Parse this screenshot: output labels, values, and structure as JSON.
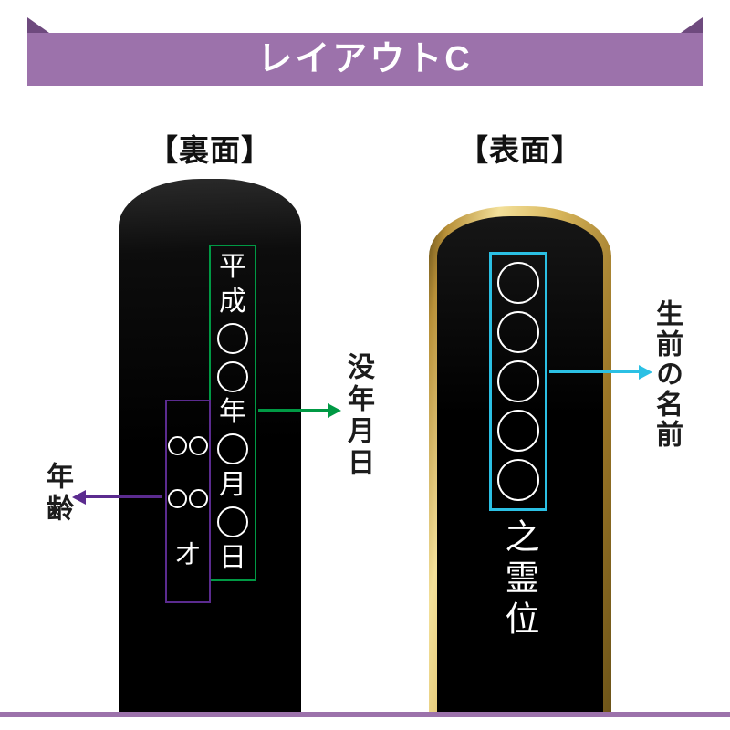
{
  "banner": {
    "title": "レイアウトC",
    "background_color": "#9c72ab",
    "fold_color": "#6e4a7e",
    "text_color": "#ffffff"
  },
  "bottom_bar": {
    "color": "#9c72ab"
  },
  "back_section": {
    "heading": "【裏面】",
    "date_column": {
      "border_color": "#009944",
      "chars": [
        "平",
        "成",
        "○",
        "○",
        "年",
        "○",
        "月",
        "○",
        "日"
      ]
    },
    "age_column": {
      "border_color": "#5b2b8f",
      "rows": [
        [
          "○",
          "○"
        ],
        [
          "○",
          "○"
        ]
      ],
      "suffix": "才"
    },
    "date_annotation": {
      "label": "没年月日",
      "arrow_color": "#009944"
    },
    "age_annotation": {
      "label": "年齢",
      "arrow_color": "#5b2b8f"
    }
  },
  "front_section": {
    "heading": "【表面】",
    "name_column": {
      "border_color": "#2bc0e4",
      "circles": [
        "○",
        "○",
        "○",
        "○",
        "○"
      ]
    },
    "title_suffix": "之霊位",
    "name_annotation": {
      "label": "生前の名前",
      "arrow_color": "#2bc0e4"
    }
  },
  "tablet_colors": {
    "body_black": "#000000",
    "front_trim_gold": "#c9a44a",
    "text_white": "#ffffff"
  }
}
